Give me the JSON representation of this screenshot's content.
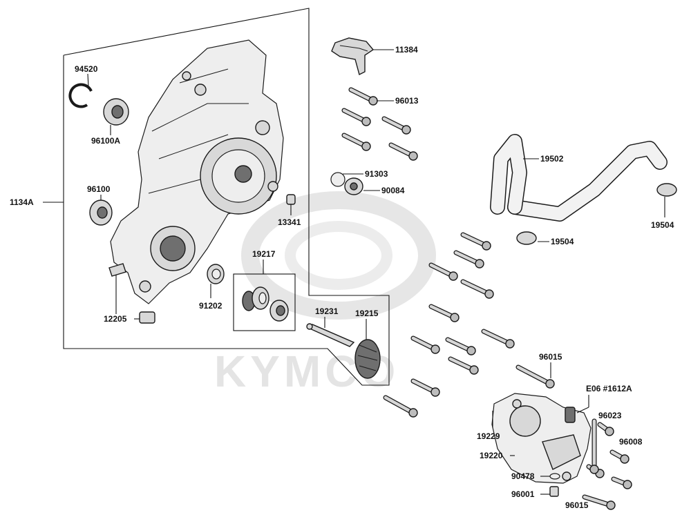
{
  "watermark": {
    "brand": "KYMCO"
  },
  "groups": {
    "case_assembly": "1134A"
  },
  "parts": {
    "p11384": "11384",
    "p96013": "96013",
    "p91303": "91303",
    "p90084": "90084",
    "p19502": "19502",
    "p19504_right": "19504",
    "p19504_left": "19504",
    "p94520": "94520",
    "p96100A": "96100A",
    "p96100": "96100",
    "p13341": "13341",
    "p19217": "19217",
    "p91202": "91202",
    "p12205": "12205",
    "p19231": "19231",
    "p19215": "19215",
    "p96015_top": "96015",
    "p96015_bottom": "96015",
    "pE06": "E06 #1612A",
    "p96023": "96023",
    "p96008": "96008",
    "p19229": "19229",
    "p19220": "19220",
    "p90478": "90478",
    "p96001": "96001"
  }
}
